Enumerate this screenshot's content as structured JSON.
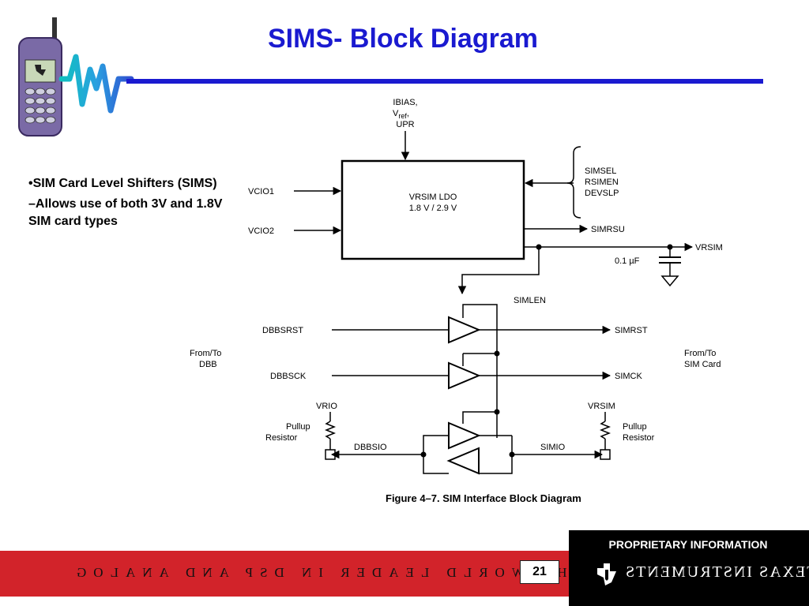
{
  "slide": {
    "title": "SIMS- Block Diagram",
    "bullets": [
      "•SIM Card Level Shifters (SIMS)",
      "–Allows use of both 3V and 1.8V SIM card types"
    ]
  },
  "diagram": {
    "ldo_label": "VRSIM LDO",
    "ldo_voltage": "1.8 V / 2.9 V",
    "ibias_label": "IBIAS,",
    "vref_main": "V",
    "vref_sub": "ref",
    "vref_comma": ",",
    "upr_label": "UPR",
    "vcio1": "VCIO1",
    "vcio2": "VCIO2",
    "simsel": "SIMSEL",
    "rsimen": "RSIMEN",
    "devslp": "DEVSLP",
    "simrsu": "SIMRSU",
    "vrsim_out": "VRSIM",
    "capacitor": "0.1 µF",
    "simlen": "SIMLEN",
    "dbbsrst": "DBBSRST",
    "simrst": "SIMRST",
    "dbbsck": "DBBSCK",
    "simck": "SIMCK",
    "from_to_dbb": [
      "From/To",
      "DBB"
    ],
    "from_to_sim": [
      "From/To",
      "SIM Card"
    ],
    "vrio": "VRIO",
    "vrsim_pullup": "VRSIM",
    "pullup_left": [
      "Pullup",
      "Resistor"
    ],
    "pullup_right": [
      "Pullup",
      "Resistor"
    ],
    "dbbsio": "DBBSIO",
    "simio": "SIMIO",
    "caption": "Figure 4–7.  SIM Interface Block Diagram"
  },
  "footer": {
    "phrase": "THE WORLD LEADER IN DSP AND ANALOG",
    "page_number": "21",
    "proprietary": "PROPRIETARY INFORMATION",
    "company": "TEXAS INSTRUMENTS"
  },
  "colors": {
    "title_blue": "#1a1ad0",
    "footer_red": "#d2232a",
    "panel_black": "#000000"
  }
}
